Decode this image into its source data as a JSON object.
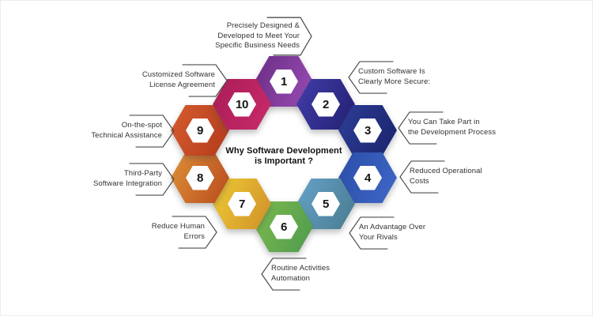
{
  "title": "Why Software Development\nis Important ?",
  "colors": {
    "background": "#ffffff",
    "bracket_line": "#4d4d4d",
    "label_text": "#333333",
    "number_text": "#141414"
  },
  "hexagons": [
    {
      "number": "1",
      "label": "Precisely Designed &\nDeveloped to Meet Your\nSpecific Business Needs",
      "color_from": "#6b2d85",
      "color_to": "#9a4db6"
    },
    {
      "number": "2",
      "label": "Custom Software Is\nClearly More Secure:",
      "color_from": "#413da8",
      "color_to": "#232073"
    },
    {
      "number": "3",
      "label": "You Can Take Part in\nthe Development Process",
      "color_from": "#2e3d97",
      "color_to": "#19246b"
    },
    {
      "number": "4",
      "label": "Reduced Operational\nCosts",
      "color_from": "#2b4da8",
      "color_to": "#3f68c8"
    },
    {
      "number": "5",
      "label": "An Advantage Over\nYour Rivals",
      "color_from": "#66a2c8",
      "color_to": "#497b90"
    },
    {
      "number": "6",
      "label": "Routine Activities\nAutomation",
      "color_from": "#7ebb4f",
      "color_to": "#4d9a4e"
    },
    {
      "number": "7",
      "label": "Reduce Human\nErrors",
      "color_from": "#efcb36",
      "color_to": "#cf8f28"
    },
    {
      "number": "8",
      "label": "Third-Party\nSoftware Integration",
      "color_from": "#de9136",
      "color_to": "#b94a1e"
    },
    {
      "number": "9",
      "label": "On-the-spot\nTechnical Assistance",
      "color_from": "#d65c2e",
      "color_to": "#b23a1c"
    },
    {
      "number": "10",
      "label": "Customized Software\nLicense Agreement",
      "color_from": "#a81d57",
      "color_to": "#c92a6a"
    }
  ]
}
